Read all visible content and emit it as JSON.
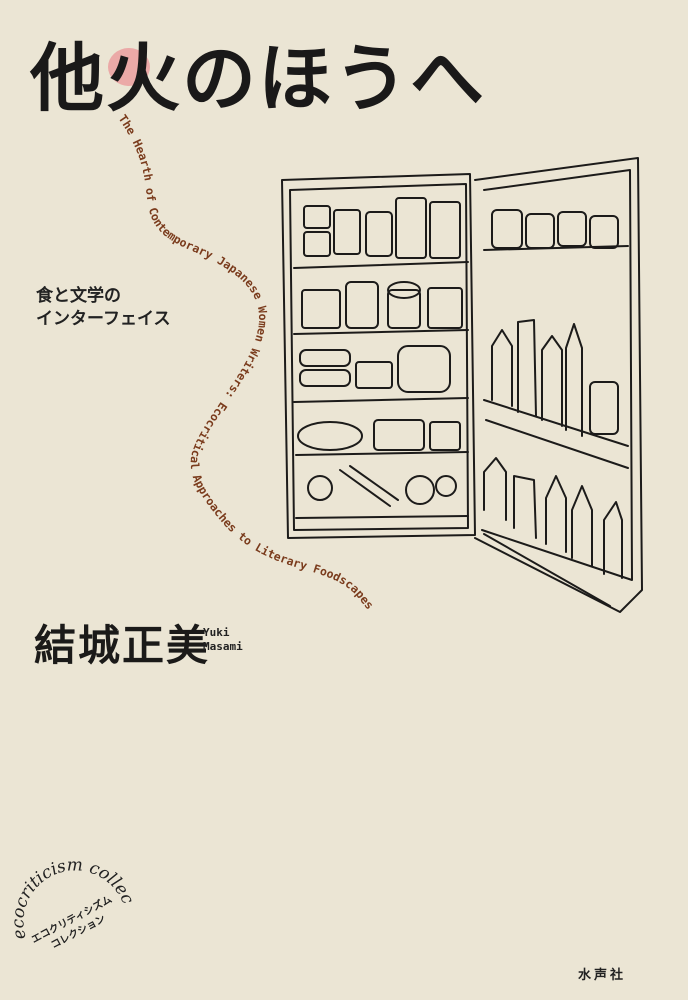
{
  "cover": {
    "title": "他火のほうへ",
    "subtitle_line1": "食と文学の",
    "subtitle_line2": "インターフェイス",
    "english_title": "The Hearth of Contemporary Japanese Women Writers: Ecocritical Approaches to Literary Foodscapes",
    "author_jp": "結城正美",
    "author_en_given": "Yuki",
    "author_en_family": "Masami",
    "collection_script": "ecocriticism collection",
    "collection_jp_line1": "エコクリティシズム",
    "collection_jp_line2": "コレクション",
    "publisher": "水声社"
  },
  "colors": {
    "background": "#ebe5d4",
    "ink": "#1c1b1a",
    "english_title_ink": "#7a3b1c",
    "flame_accent": "#eb7882"
  },
  "icons": {
    "illustration": "open-refrigerator-line-drawing",
    "accent": "pink-flame-icon"
  }
}
